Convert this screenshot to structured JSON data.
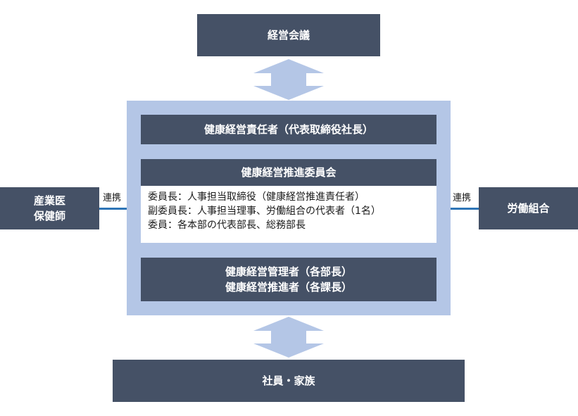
{
  "top": {
    "title": "経営会議"
  },
  "center": {
    "responsible": "健康経営責任者（代表取締役社長）",
    "committee": {
      "title": "健康経営推進委員会",
      "lines": [
        "委員長：人事担当取締役（健康経営推進責任者）",
        "副委員長：人事担当理事、労働組合の代表者（1名）",
        "委員：各本部の代表部長、総務部長"
      ]
    },
    "managers": {
      "line1": "健康経営管理者（各部長）",
      "line2": "健康経営推進者（各課長）"
    }
  },
  "left": {
    "line1": "産業医",
    "line2": "保健師",
    "link_label": "連携"
  },
  "right": {
    "title": "労働組合",
    "link_label": "連携"
  },
  "bottom": {
    "title": "社員・家族"
  },
  "colors": {
    "dark": "#455166",
    "light": "#b4c6e6",
    "connector": "#2e75b6"
  }
}
